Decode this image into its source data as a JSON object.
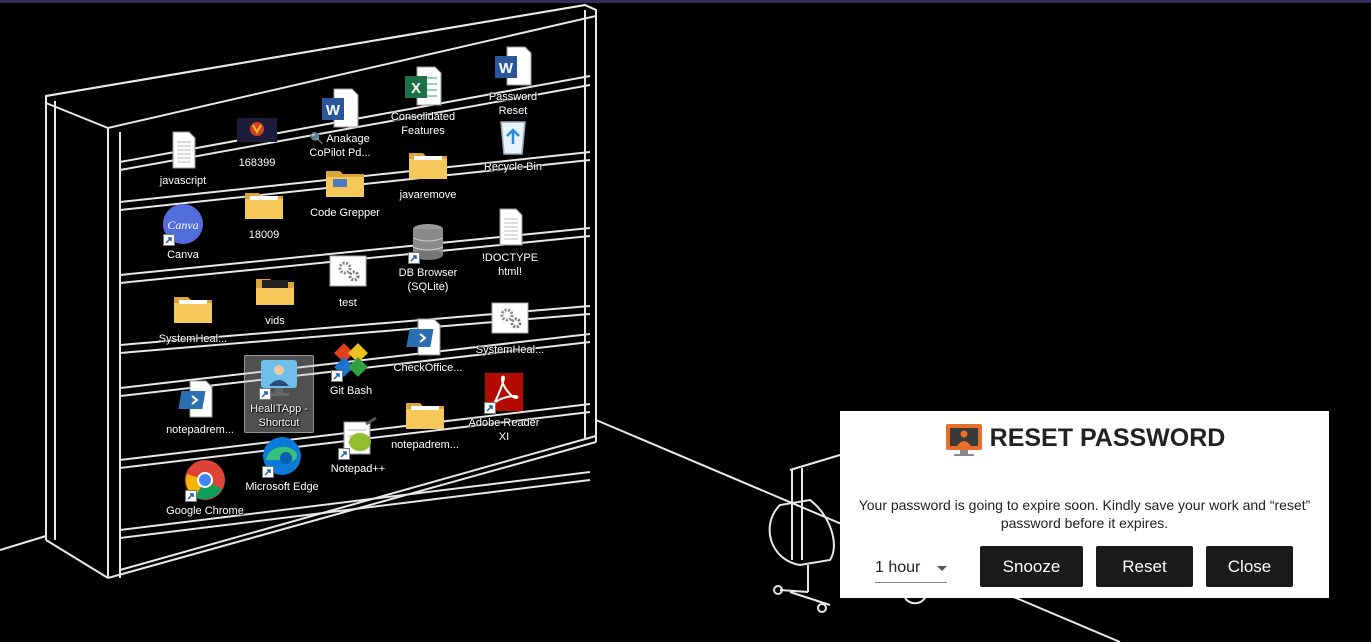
{
  "desktop": {
    "icons": [
      {
        "id": "javascript",
        "label": "javascript",
        "glyph": "text-file-icon",
        "shortcut": false
      },
      {
        "id": "168399",
        "label": "168399",
        "glyph": "image-thumbnail-icon",
        "shortcut": false
      },
      {
        "id": "anakage",
        "label": "🔍 Anakage CoPilot Pd...",
        "glyph": "word-document-icon",
        "shortcut": false
      },
      {
        "id": "consolidated",
        "label": "Consolidated Features",
        "glyph": "excel-document-icon",
        "shortcut": false
      },
      {
        "id": "password-reset",
        "label": "Password Reset",
        "glyph": "word-document-icon",
        "shortcut": false
      },
      {
        "id": "recycle",
        "label": "Recycle Bin",
        "glyph": "recycle-bin-icon",
        "shortcut": false
      },
      {
        "id": "javaremove",
        "label": "javaremove",
        "glyph": "folder-icon",
        "shortcut": false
      },
      {
        "id": "code-grepper",
        "label": "Code Grepper",
        "glyph": "folder-icon",
        "shortcut": false
      },
      {
        "id": "18009",
        "label": "18009",
        "glyph": "folder-icon",
        "shortcut": false
      },
      {
        "id": "canva",
        "label": "Canva",
        "glyph": "canva-icon",
        "shortcut": true
      },
      {
        "id": "dbbrowser",
        "label": "DB Browser (SQLite)",
        "glyph": "database-icon",
        "shortcut": true
      },
      {
        "id": "doctype",
        "label": "!DOCTYPE html!",
        "glyph": "text-file-icon",
        "shortcut": false
      },
      {
        "id": "test",
        "label": "test",
        "glyph": "settings-file-icon",
        "shortcut": false
      },
      {
        "id": "vids",
        "label": "vids",
        "glyph": "folder-icon",
        "shortcut": false
      },
      {
        "id": "systemheal1",
        "label": "SystemHeal...",
        "glyph": "folder-icon",
        "shortcut": false
      },
      {
        "id": "systemheal2",
        "label": "SystemHeal...",
        "glyph": "settings-file-icon",
        "shortcut": false
      },
      {
        "id": "checkoffice",
        "label": "CheckOffice...",
        "glyph": "powershell-script-icon",
        "shortcut": false
      },
      {
        "id": "gitbash",
        "label": "Git Bash",
        "glyph": "git-icon",
        "shortcut": true
      },
      {
        "id": "healitapp",
        "label": "HealITApp - Shortcut",
        "glyph": "helpdesk-app-icon",
        "shortcut": true
      },
      {
        "id": "notepadrem1",
        "label": "notepadrem...",
        "glyph": "powershell-script-icon",
        "shortcut": false
      },
      {
        "id": "adobe",
        "label": "Adobe Reader XI",
        "glyph": "adobe-reader-icon",
        "shortcut": true
      },
      {
        "id": "notepadrem2",
        "label": "notepadrem...",
        "glyph": "folder-icon",
        "shortcut": false
      },
      {
        "id": "notepadpp",
        "label": "Notepad++",
        "glyph": "notepad-plus-plus-icon",
        "shortcut": true
      },
      {
        "id": "edge",
        "label": "Microsoft Edge",
        "glyph": "edge-icon",
        "shortcut": true
      },
      {
        "id": "chrome",
        "label": "Google Chrome",
        "glyph": "chrome-icon",
        "shortcut": true
      }
    ]
  },
  "dialog": {
    "title": "RESET PASSWORD",
    "logo": "monitor-user-icon",
    "message": "Your password is going to expire soon. Kindly save your work and “reset” password before it expires.",
    "snooze_select": {
      "selected": "1 hour"
    },
    "snooze_label": "Snooze",
    "reset_label": "Reset",
    "close_label": "Close"
  },
  "colors": {
    "accent_bar": "#3a2860",
    "dialog_button": "#1a1a1a",
    "wallpaper": "#000000"
  }
}
